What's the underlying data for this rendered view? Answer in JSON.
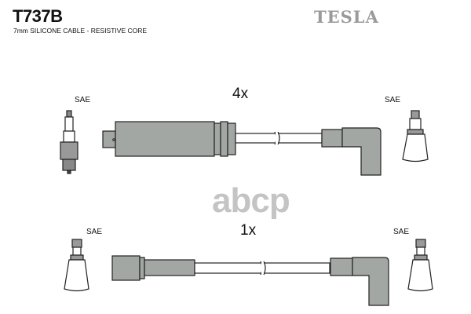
{
  "header": {
    "product_code": "T737B",
    "description": "7mm SILICONE CABLE - RESISTIVE CORE",
    "brand": "TESLA"
  },
  "watermark": "abcp",
  "cables": [
    {
      "quantity": "4x",
      "left_connector_label": "SAE",
      "right_connector_label": "SAE"
    },
    {
      "quantity": "1x",
      "left_connector_label": "SAE",
      "right_connector_label": "SAE"
    }
  ],
  "colors": {
    "boot": "#a3a7a3",
    "outline": "#222222",
    "brand": "#9a9a9a"
  }
}
